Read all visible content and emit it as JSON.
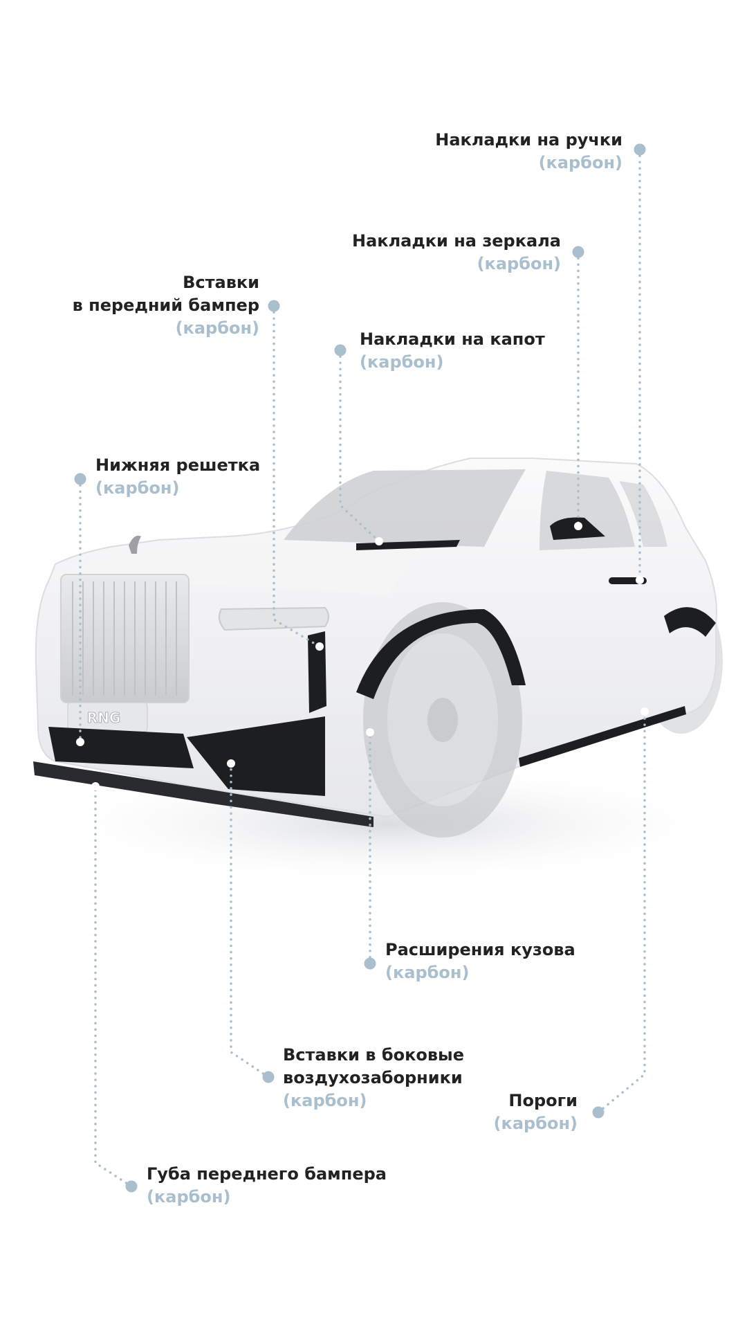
{
  "colors": {
    "label": "#222222",
    "sublabel": "#a9bfcd",
    "leader": "#a9bfcd",
    "anchor": "#ffffff",
    "carbon": "#1d1e20",
    "body": "#f1f1f3"
  },
  "car": {
    "grille_badge": "RNG"
  },
  "callouts": [
    {
      "id": "handles",
      "title": "Накладки на ручки",
      "sub": "(карбон)"
    },
    {
      "id": "mirrors",
      "title": "Накладки на зеркала",
      "sub": "(карбон)"
    },
    {
      "id": "front-bumper-inserts",
      "title_lines": [
        "Вставки",
        "в передний бампер"
      ],
      "sub": "(карбон)"
    },
    {
      "id": "hood",
      "title": "Накладки на капот",
      "sub": "(карбон)"
    },
    {
      "id": "lower-grille",
      "title": "Нижняя решетка",
      "sub": "(карбон)"
    },
    {
      "id": "fender-flares",
      "title": "Расширения кузова",
      "sub": "(карбон)"
    },
    {
      "id": "side-intakes",
      "title_lines": [
        "Вставки в боковые",
        "воздухозаборники"
      ],
      "sub": "(карбон)"
    },
    {
      "id": "side-skirts",
      "title": "Пороги",
      "sub": "(карбон)"
    },
    {
      "id": "front-lip",
      "title": "Губа переднего бампера",
      "sub": "(карбон)"
    }
  ]
}
